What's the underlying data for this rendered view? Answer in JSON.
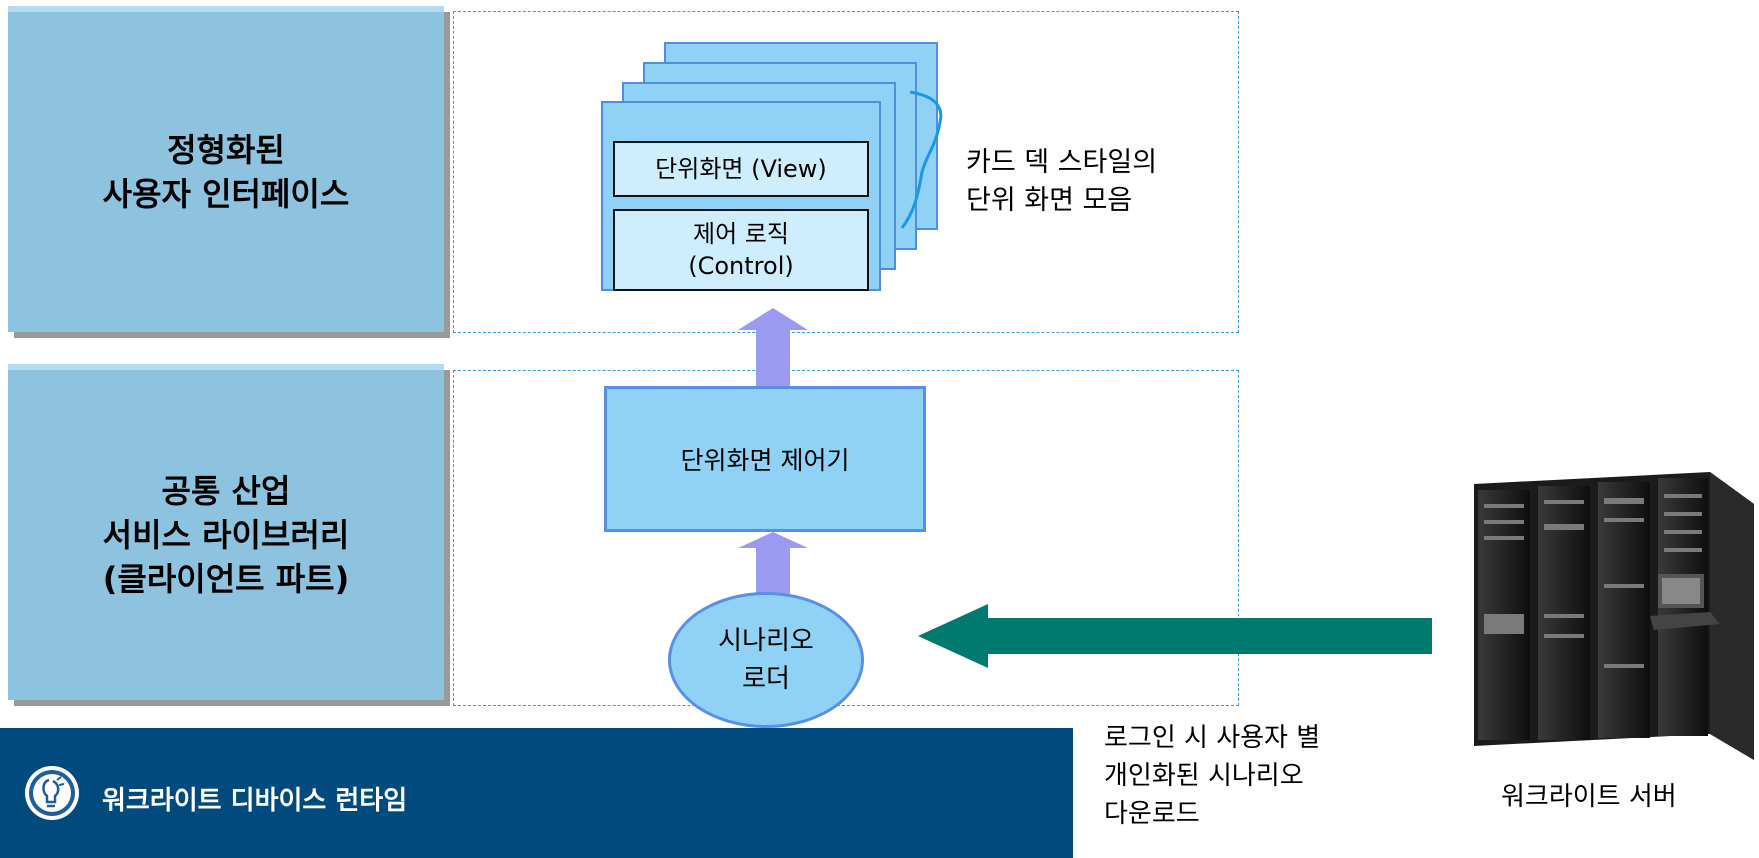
{
  "layers": {
    "ui": "정형화된\n사용자 인터페이스",
    "library": "공통 산업\n서비스 라이브러리\n(클라이언트 파트)"
  },
  "cards": {
    "view_label": "단위화면 (View)",
    "control_label": "제어 로직\n(Control)"
  },
  "card_deck_caption": "카드 덱 스타일의\n단위 화면 모음",
  "controller_label": "단위화면 제어기",
  "loader_label": "시나리오\n로더",
  "runtime": {
    "label": "워크라이트 디바이스 런타임",
    "icon": "lightbulb-icon"
  },
  "download_caption": "로그인 시 사용자 별\n개인화된 시나리오\n다운로드",
  "server": {
    "label": "워크라이트 서버",
    "icon": "server-rack-icon"
  },
  "colors": {
    "layer_box": "#8ec3df",
    "card": "#8fd2f5",
    "inner_box": "#cfeefd",
    "up_arrow": "#9a9af0",
    "download_arrow": "#007a6f",
    "runtime_bar": "#004a7e",
    "dashed_frame": "#3a9be0"
  }
}
